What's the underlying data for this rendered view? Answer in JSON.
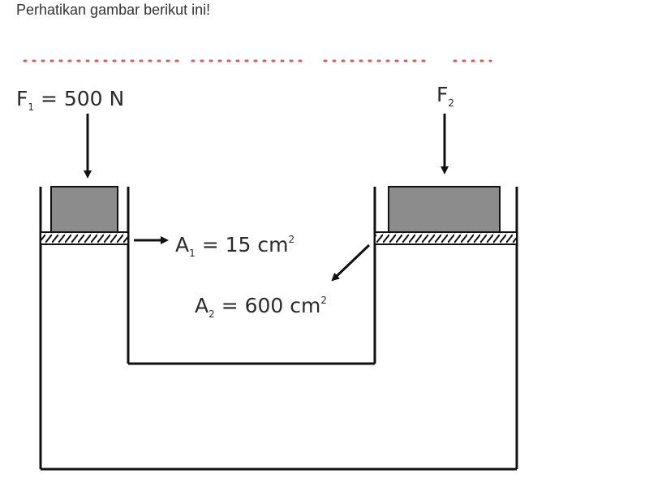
{
  "instruction": "Perhatikan gambar berikut ini!",
  "labels": {
    "f1_sym": "F",
    "f1_sub": "1",
    "f1_rest": " = 500 N",
    "f2_sym": "F",
    "f2_sub": "2",
    "a1_sym": "A",
    "a1_sub": "1",
    "a1_rest": " = 15 cm",
    "a1_sup": "2",
    "a2_sym": "A",
    "a2_sub": "2",
    "a2_rest": " = 600 cm",
    "a2_sup": "2"
  },
  "colors": {
    "piston": "#8c8c8c",
    "line": "#111111",
    "dots": "#d06060"
  }
}
